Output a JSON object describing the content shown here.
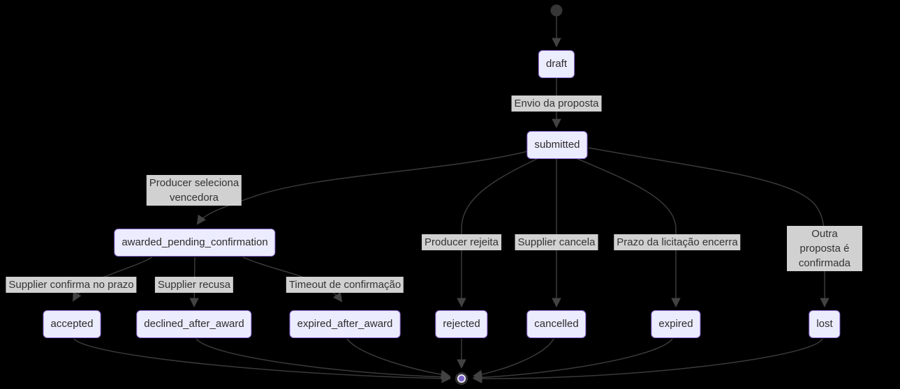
{
  "diagram": {
    "kind": "state-diagram",
    "background_color": "#000000",
    "node_fill_color": "#ECECFF",
    "node_border_color": "#9370DB",
    "edge_color": "#3a3a3a",
    "edge_label_background_color": "#e8e8e8",
    "final_state_dot_color": "#7b64c8",
    "states": {
      "draft": "draft",
      "submitted": "submitted",
      "awarded_pending_confirmation": "awarded_pending_confirmation",
      "accepted": "accepted",
      "declined_after_award": "declined_after_award",
      "expired_after_award": "expired_after_award",
      "rejected": "rejected",
      "cancelled": "cancelled",
      "expired": "expired",
      "lost": "lost"
    },
    "transitions": {
      "envio_da_proposta": "Envio da proposta",
      "producer_seleciona_vencedora": "Producer seleciona\nvencedora",
      "supplier_confirma_no_prazo": "Supplier confirma no prazo",
      "supplier_recusa": "Supplier recusa",
      "timeout_de_confirmacao": "Timeout de confirmação",
      "producer_rejeita": "Producer rejeita",
      "supplier_cancela": "Supplier cancela",
      "prazo_da_licitacao_encerra": "Prazo da licitação encerra",
      "outra_proposta_e_confirmada": "Outra proposta é\nconfirmada"
    }
  }
}
